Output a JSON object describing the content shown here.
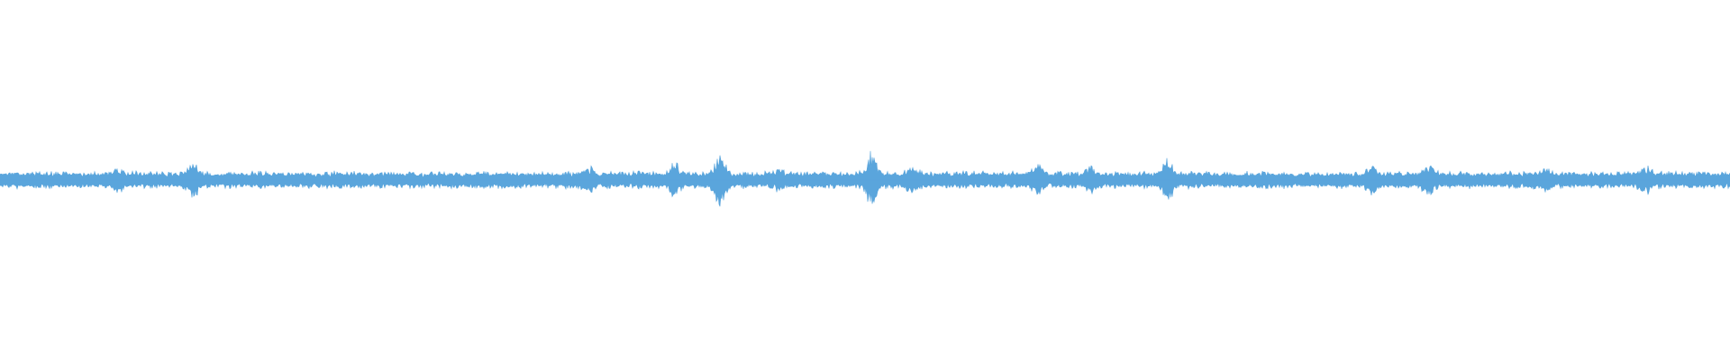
{
  "waveform": {
    "color": "#5aa5dc",
    "background": "#ffffff",
    "baseline_amplitude": 0.012,
    "noise_amplitude": 0.008,
    "spikes": [
      {
        "t": 0.068,
        "level": 0.022
      },
      {
        "t": 0.112,
        "level": 0.035
      },
      {
        "t": 0.34,
        "level": 0.024
      },
      {
        "t": 0.39,
        "level": 0.03
      },
      {
        "t": 0.416,
        "level": 0.05
      },
      {
        "t": 0.45,
        "level": 0.022
      },
      {
        "t": 0.504,
        "level": 0.05
      },
      {
        "t": 0.528,
        "level": 0.026
      },
      {
        "t": 0.6,
        "level": 0.028
      },
      {
        "t": 0.63,
        "level": 0.024
      },
      {
        "t": 0.675,
        "level": 0.04
      },
      {
        "t": 0.793,
        "level": 0.028
      },
      {
        "t": 0.826,
        "level": 0.03
      },
      {
        "t": 0.894,
        "level": 0.024
      },
      {
        "t": 0.952,
        "level": 0.026
      }
    ]
  }
}
